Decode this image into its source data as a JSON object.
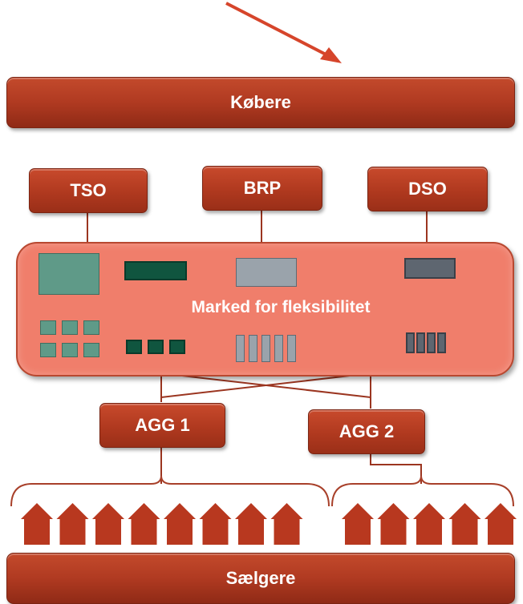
{
  "buyers": {
    "label": "Købere"
  },
  "sellers": {
    "label": "Sælgere"
  },
  "actors": [
    {
      "label": "TSO"
    },
    {
      "label": "BRP"
    },
    {
      "label": "DSO"
    }
  ],
  "market": {
    "label": "Marked for fleksibilitet"
  },
  "aggregators": [
    {
      "label": "AGG 1",
      "houses": 8
    },
    {
      "label": "AGG 2",
      "houses": 5
    }
  ],
  "colors": {
    "box": "#b0391f",
    "market": "#f07e6b",
    "arrow": "#d6452b",
    "house": "#b8381f"
  }
}
